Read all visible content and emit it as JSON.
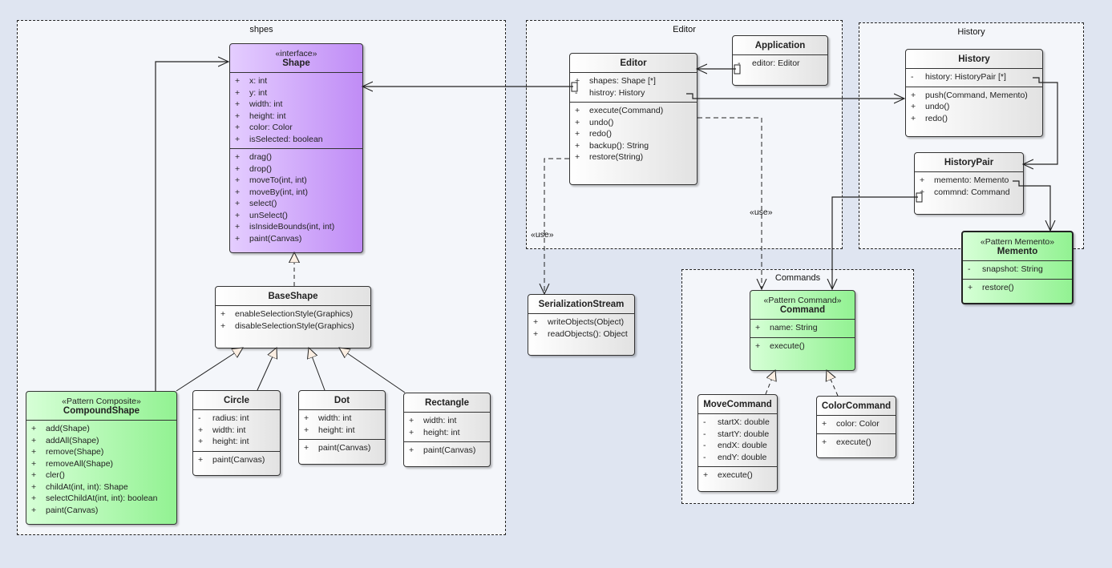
{
  "packages": {
    "shapes": "shpes",
    "editor": "Editor",
    "history": "History",
    "commands": "Commands"
  },
  "classes": {
    "shape": {
      "stereotype": "«interface»",
      "name": "Shape",
      "attributes": [
        {
          "vis": "+",
          "text": "x: int"
        },
        {
          "vis": "+",
          "text": "y: int"
        },
        {
          "vis": "+",
          "text": "width: int"
        },
        {
          "vis": "+",
          "text": "height: int"
        },
        {
          "vis": "+",
          "text": "color: Color"
        },
        {
          "vis": "+",
          "text": "isSelected: boolean"
        }
      ],
      "operations": [
        {
          "vis": "+",
          "text": "drag()"
        },
        {
          "vis": "+",
          "text": "drop()"
        },
        {
          "vis": "+",
          "text": "moveTo(int, int)"
        },
        {
          "vis": "+",
          "text": "moveBy(int, int)"
        },
        {
          "vis": "+",
          "text": "select()"
        },
        {
          "vis": "+",
          "text": "unSelect()"
        },
        {
          "vis": "+",
          "text": "isInsideBounds(int, int)"
        },
        {
          "vis": "+",
          "text": "paint(Canvas)"
        }
      ]
    },
    "baseshape": {
      "name": "BaseShape",
      "operations": [
        {
          "vis": "+",
          "text": "enableSelectionStyle(Graphics)"
        },
        {
          "vis": "+",
          "text": "disableSelectionStyle(Graphics)"
        }
      ]
    },
    "compound": {
      "stereotype": "«Pattern Composite»",
      "name": "CompoundShape",
      "operations": [
        {
          "vis": "+",
          "text": "add(Shape)"
        },
        {
          "vis": "+",
          "text": "addAll(Shape)"
        },
        {
          "vis": "+",
          "text": "remove(Shape)"
        },
        {
          "vis": "+",
          "text": "removeAll(Shape)"
        },
        {
          "vis": "+",
          "text": "cler()"
        },
        {
          "vis": "+",
          "text": "childAt(int, int): Shape"
        },
        {
          "vis": "+",
          "text": "selectChildAt(int, int): boolean"
        },
        {
          "vis": "+",
          "text": "paint(Canvas)"
        }
      ]
    },
    "circle": {
      "name": "Circle",
      "attributes": [
        {
          "vis": "-",
          "text": "radius: int"
        },
        {
          "vis": "+",
          "text": "width: int"
        },
        {
          "vis": "+",
          "text": "height: int"
        }
      ],
      "operations": [
        {
          "vis": "+",
          "text": "paint(Canvas)"
        }
      ]
    },
    "dot": {
      "name": "Dot",
      "attributes": [
        {
          "vis": "+",
          "text": "width: int"
        },
        {
          "vis": "+",
          "text": "height: int"
        }
      ],
      "operations": [
        {
          "vis": "+",
          "text": "paint(Canvas)"
        }
      ]
    },
    "rectangle": {
      "name": "Rectangle",
      "attributes": [
        {
          "vis": "+",
          "text": "width: int"
        },
        {
          "vis": "+",
          "text": "height: int"
        }
      ],
      "operations": [
        {
          "vis": "+",
          "text": "paint(Canvas)"
        }
      ]
    },
    "editor": {
      "name": "Editor",
      "attributes": [
        {
          "vis": "+",
          "text": "shapes: Shape [*]"
        },
        {
          "vis": "-",
          "text": "histroy: History"
        }
      ],
      "operations": [
        {
          "vis": "+",
          "text": "execute(Command)"
        },
        {
          "vis": "+",
          "text": "undo()"
        },
        {
          "vis": "+",
          "text": "redo()"
        },
        {
          "vis": "+",
          "text": "backup(): String"
        },
        {
          "vis": "+",
          "text": "restore(String)"
        }
      ]
    },
    "application": {
      "name": "Application",
      "attributes": [
        {
          "vis": "-",
          "text": "editor: Editor"
        }
      ]
    },
    "serialization": {
      "name": "SerializationStream",
      "operations": [
        {
          "vis": "+",
          "text": "writeObjects(Object)"
        },
        {
          "vis": "+",
          "text": "readObjects(): Object"
        }
      ]
    },
    "history": {
      "name": "History",
      "attributes": [
        {
          "vis": "-",
          "text": "history: HistoryPair [*]"
        }
      ],
      "operations": [
        {
          "vis": "+",
          "text": "push(Command, Memento)"
        },
        {
          "vis": "+",
          "text": "undo()"
        },
        {
          "vis": "+",
          "text": "redo()"
        }
      ]
    },
    "historypair": {
      "name": "HistoryPair",
      "attributes": [
        {
          "vis": "+",
          "text": "memento: Memento"
        },
        {
          "vis": "+",
          "text": "commnd: Command"
        }
      ]
    },
    "memento": {
      "stereotype": "«Pattern Memento»",
      "name": "Memento",
      "attributes": [
        {
          "vis": "-",
          "text": "snapshot: String"
        }
      ],
      "operations": [
        {
          "vis": "+",
          "text": "restore()"
        }
      ]
    },
    "command": {
      "stereotype": "«Pattern Command»",
      "name": "Command",
      "attributes": [
        {
          "vis": "+",
          "text": "name: String"
        }
      ],
      "operations": [
        {
          "vis": "+",
          "text": "execute()"
        }
      ]
    },
    "movecommand": {
      "name": "MoveCommand",
      "attributes": [
        {
          "vis": "-",
          "text": "startX: double"
        },
        {
          "vis": "-",
          "text": "startY: double"
        },
        {
          "vis": "-",
          "text": "endX: double"
        },
        {
          "vis": "-",
          "text": "endY: double"
        }
      ],
      "operations": [
        {
          "vis": "+",
          "text": "execute()"
        }
      ]
    },
    "colorcommand": {
      "name": "ColorCommand",
      "attributes": [
        {
          "vis": "+",
          "text": "color: Color"
        }
      ],
      "operations": [
        {
          "vis": "+",
          "text": "execute()"
        }
      ]
    }
  },
  "labels": {
    "use_serialization": "«use»",
    "use_command": "«use»"
  }
}
